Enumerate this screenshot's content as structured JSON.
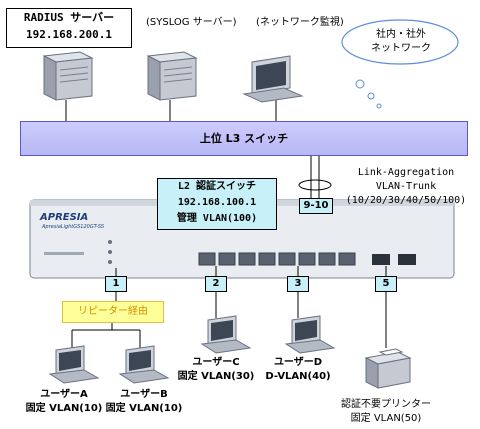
{
  "radius": {
    "line1": "RADIUS サーバー",
    "line2": "192.168.200.1"
  },
  "syslog_label": "(SYSLOG サーバー)",
  "monitor_label": "(ネットワーク監視)",
  "cloud": {
    "line1": "社内・社外",
    "line2": "ネットワーク"
  },
  "l3_switch_label": "上位 L3 スイッチ",
  "l2_switch": {
    "line1": "L2 認証スイッチ",
    "line2": "192.168.100.1",
    "line3": "管理 VLAN(100)"
  },
  "trunk": {
    "port_label": "9-10",
    "line1": "Link-Aggregation",
    "line2": "VLAN-Trunk",
    "line3": "(10/20/30/40/50/100)"
  },
  "ports": [
    "1",
    "2",
    "3",
    "5"
  ],
  "repeater_label": "リピーター経由",
  "devices": {
    "a": {
      "name": "ユーザーA",
      "vlan": "固定 VLAN(10)"
    },
    "b": {
      "name": "ユーザーB",
      "vlan": "固定 VLAN(10)"
    },
    "c": {
      "name": "ユーザーC",
      "vlan": "固定 VLAN(30)"
    },
    "d": {
      "name": "ユーザーD",
      "vlan": "D-VLAN(40)"
    },
    "printer": {
      "name": "認証不要プリンター",
      "vlan": "固定 VLAN(50)"
    }
  },
  "switch_brand": "APRESIA",
  "switch_model": "ApresiaLightGS120GT-SS",
  "colors": {
    "l3_bar": "#c0c0f8",
    "label_box": "#c8f0f8",
    "repeater": "#ffff99",
    "link": "#000000"
  }
}
